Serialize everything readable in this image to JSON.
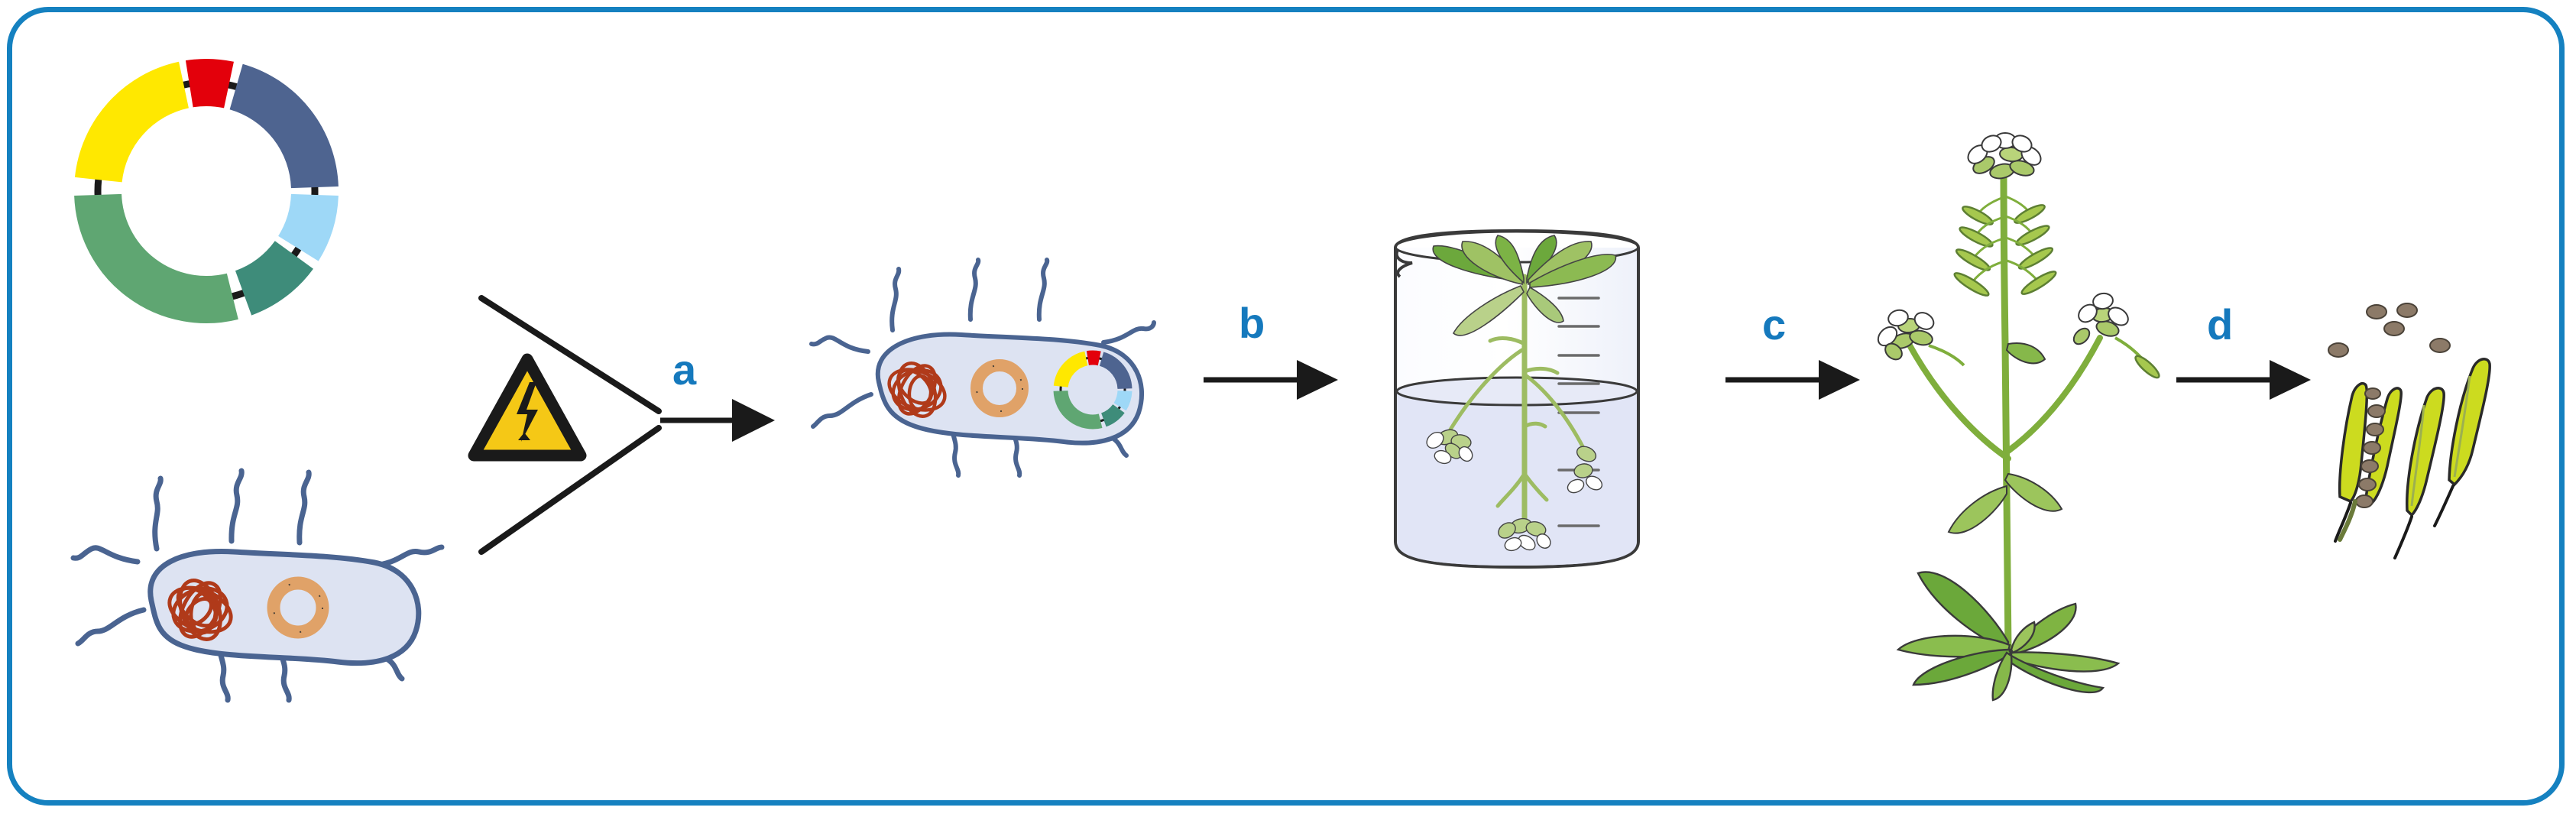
{
  "figure": {
    "title": "Agrobacterium-mediated plant transformation workflow",
    "border_color": "#1581c0",
    "background": "#ffffff"
  },
  "steps": [
    {
      "id": "a",
      "label": "a",
      "color": "#1579bd",
      "meaning": "electroporation-transformation-arrow"
    },
    {
      "id": "b",
      "label": "b",
      "color": "#1579bd",
      "meaning": "floral-dip-arrow"
    },
    {
      "id": "c",
      "label": "c",
      "color": "#1579bd",
      "meaning": "plant-growth-arrow"
    },
    {
      "id": "d",
      "label": "d",
      "color": "#1579bd",
      "meaning": "seed-harvest-arrow"
    }
  ],
  "plasmid_map": {
    "name": "binary-vector-plasmid",
    "backbone_color": "#1a1a1a",
    "segments": [
      {
        "name": "promoter",
        "color": "#E3000B",
        "start_deg": -9,
        "end_deg": 12
      },
      {
        "name": "gene-of-interest",
        "color": "#4E6490",
        "start_deg": 16,
        "end_deg": 88
      },
      {
        "name": "terminator",
        "color": "#9ED8F7",
        "start_deg": 92,
        "end_deg": 122
      },
      {
        "name": "selection-marker",
        "color": "#3E8C7A",
        "start_deg": 126,
        "end_deg": 160
      },
      {
        "name": "origin-of-replication",
        "color": "#5FA672",
        "start_deg": 166,
        "end_deg": 268
      },
      {
        "name": "border-sequence",
        "color": "#FFE800",
        "start_deg": 276,
        "end_deg": 348
      }
    ]
  },
  "bacterium_donor": {
    "name": "untransformed-bacterium",
    "body_fill": "#dde3f2",
    "body_stroke": "#4a6491",
    "chromosome_color": "#b03a1a",
    "plasmid_color": "#e0a268",
    "flagella_count": 9
  },
  "bacterium_transformed": {
    "name": "transformed-bacterium",
    "body_fill": "#dde3f2",
    "body_stroke": "#4a6491",
    "chromosome_color": "#b03a1a",
    "native_plasmid_color": "#e0a268",
    "has_recombinant_plasmid": true,
    "flagella_count": 9
  },
  "electroporation": {
    "name": "electroporation-hazard-symbol",
    "triangle_fill": "#F5C816",
    "triangle_stroke": "#1a1a1a",
    "bolt_color": "#1a1a1a"
  },
  "beaker": {
    "name": "floral-dip-beaker",
    "glass_stroke": "#3a3a3a",
    "liquid_fill": "#dfe4f5",
    "graduation_marks": 7,
    "plant_orientation": "inverted",
    "leaf_color_dark": "#5c9e34",
    "leaf_color_light": "#b9d18a",
    "flower_color": "#ffffff"
  },
  "plant": {
    "name": "arabidopsis-thaliana",
    "rosette_leaf_color": "#7bb23a",
    "stem_color": "#8fb84a",
    "silique_color": "#9ec64a",
    "flower_color": "#fdfdf5",
    "flower_cluster_count": 3
  },
  "seeds": {
    "name": "harvested-siliques-and-seeds",
    "silique_fill": "#ccdb1f",
    "silique_stroke": "#2a2a2a",
    "seed_fill": "#8c7a68",
    "seed_stroke": "#4a4238",
    "silique_count": 4,
    "loose_seed_count": 4,
    "seeds_in_pod": 7
  }
}
